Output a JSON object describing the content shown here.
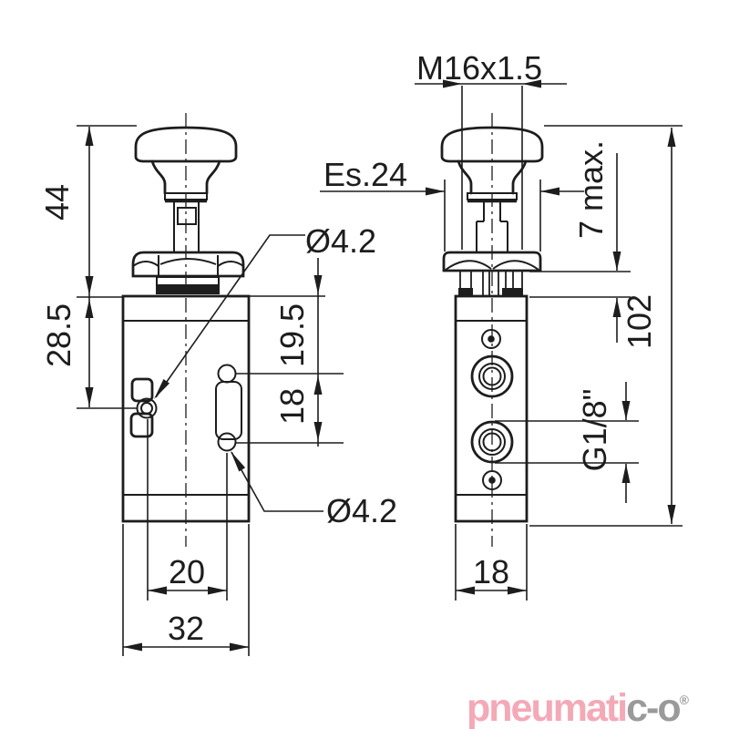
{
  "drawing": {
    "left_view": {
      "knob_height": "44",
      "upper_body": "28.5",
      "hole_top_offset": "19.5",
      "hole_spacing": "18",
      "hole_pitch": "20",
      "body_width": "32",
      "hole_dia_top": "Ø4.2",
      "hole_dia_bottom": "Ø4.2"
    },
    "right_view": {
      "thread": "M16x1.5",
      "wrench_size": "Es.24",
      "stroke_max": "7 max.",
      "total_height": "102",
      "port_thread": "G1/8\"",
      "body_depth": "18"
    },
    "colors": {
      "line": "#1d1d1d",
      "background": "#ffffff"
    }
  },
  "logo": {
    "text_pink": "pneumati",
    "text_gray": "c-o",
    "registered": "®",
    "pink": "#f4a9b7",
    "gray": "#9a9a9a"
  }
}
